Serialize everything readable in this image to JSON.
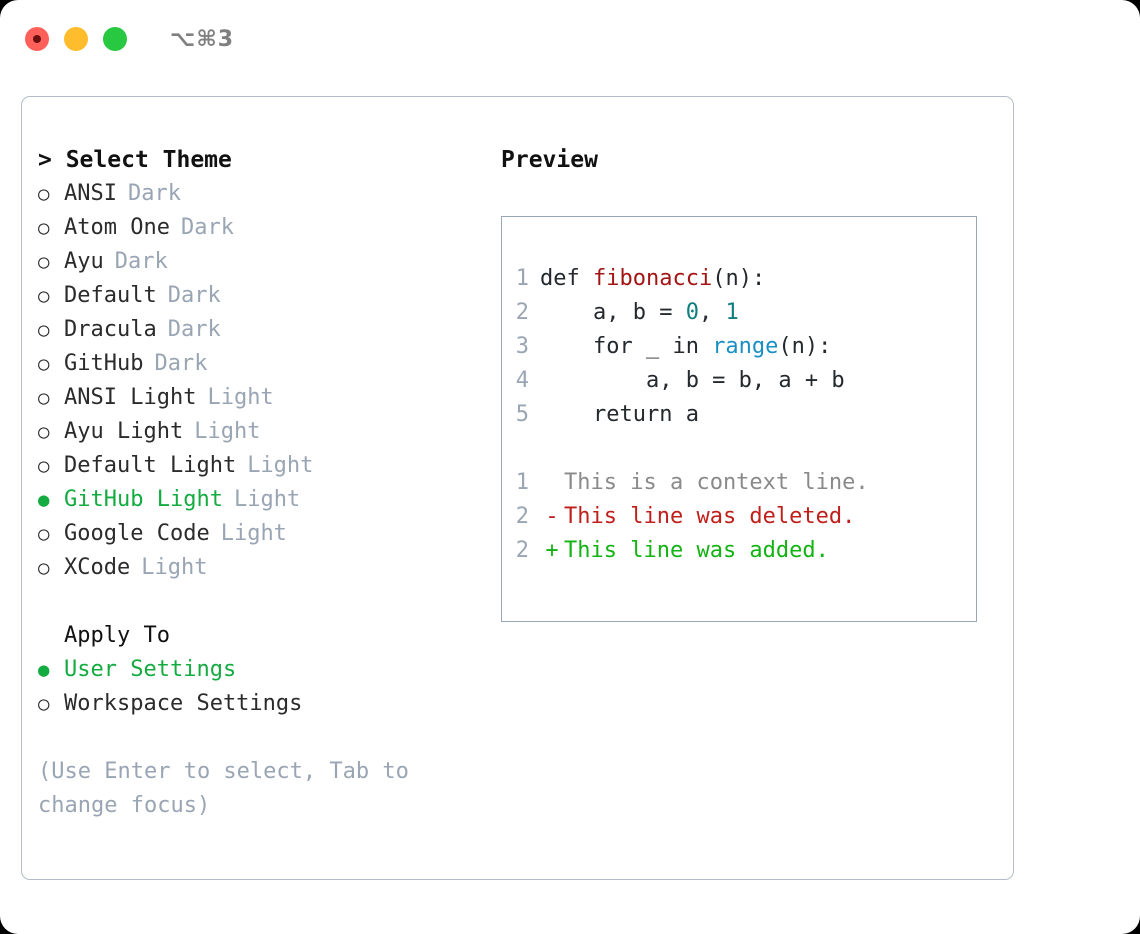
{
  "titlebar": {
    "shortcut": "⌥⌘3",
    "lights": [
      {
        "name": "close",
        "color": "#ff6059"
      },
      {
        "name": "minimize",
        "color": "#ffbd2e"
      },
      {
        "name": "maximize",
        "color": "#28c840"
      }
    ]
  },
  "theme_selector": {
    "header_prefix": "> ",
    "header": "Select Theme",
    "selected_marker": "●",
    "unselected_marker": "○",
    "items": [
      {
        "label": "ANSI",
        "suffix": "Dark",
        "selected": false
      },
      {
        "label": "Atom One",
        "suffix": "Dark",
        "selected": false
      },
      {
        "label": "Ayu",
        "suffix": "Dark",
        "selected": false
      },
      {
        "label": "Default",
        "suffix": "Dark",
        "selected": false
      },
      {
        "label": "Dracula",
        "suffix": "Dark",
        "selected": false
      },
      {
        "label": "GitHub",
        "suffix": "Dark",
        "selected": false
      },
      {
        "label": "ANSI Light",
        "suffix": "Light",
        "selected": false
      },
      {
        "label": "Ayu Light",
        "suffix": "Light",
        "selected": false
      },
      {
        "label": "Default Light",
        "suffix": "Light",
        "selected": false
      },
      {
        "label": "GitHub Light",
        "suffix": "Light",
        "selected": true
      },
      {
        "label": "Google Code",
        "suffix": "Light",
        "selected": false
      },
      {
        "label": "XCode",
        "suffix": "Light",
        "selected": false
      }
    ]
  },
  "apply_to": {
    "header": "Apply To",
    "items": [
      {
        "label": "User Settings",
        "selected": true
      },
      {
        "label": "Workspace Settings",
        "selected": false
      }
    ]
  },
  "hint": "(Use Enter to select, Tab to change focus)",
  "preview": {
    "title": "Preview",
    "code_lines": [
      {
        "no": "1",
        "parts": [
          {
            "t": "def ",
            "c": "plain"
          },
          {
            "t": "fibonacci",
            "c": "fn"
          },
          {
            "t": "(n):",
            "c": "plain"
          }
        ]
      },
      {
        "no": "2",
        "parts": [
          {
            "t": "    a, b = ",
            "c": "plain"
          },
          {
            "t": "0",
            "c": "num"
          },
          {
            "t": ", ",
            "c": "plain"
          },
          {
            "t": "1",
            "c": "num"
          }
        ]
      },
      {
        "no": "3",
        "parts": [
          {
            "t": "    for _ in ",
            "c": "plain"
          },
          {
            "t": "range",
            "c": "call"
          },
          {
            "t": "(n):",
            "c": "plain"
          }
        ]
      },
      {
        "no": "4",
        "parts": [
          {
            "t": "        a, b = b, a + b",
            "c": "plain"
          }
        ]
      },
      {
        "no": "5",
        "parts": [
          {
            "t": "    return a",
            "c": "plain"
          }
        ]
      }
    ],
    "diff_lines": [
      {
        "no": "1",
        "marker": " ",
        "text": "This is a context line.",
        "kind": "ctx"
      },
      {
        "no": "2",
        "marker": "-",
        "text": "This line was deleted.",
        "kind": "del"
      },
      {
        "no": "2",
        "marker": "+",
        "text": "This line was added.",
        "kind": "add"
      }
    ]
  },
  "colors": {
    "accent_green": "#14ab41",
    "muted": "#9aa5b4",
    "border": "#b3bcc8",
    "code_border": "#9aa7b4",
    "syntax_function": "#a31515",
    "syntax_number": "#0f7e7e",
    "syntax_call": "#1a8fc4",
    "diff_added": "#13b313",
    "diff_deleted": "#c0201c",
    "diff_context": "#8a8a8a"
  }
}
